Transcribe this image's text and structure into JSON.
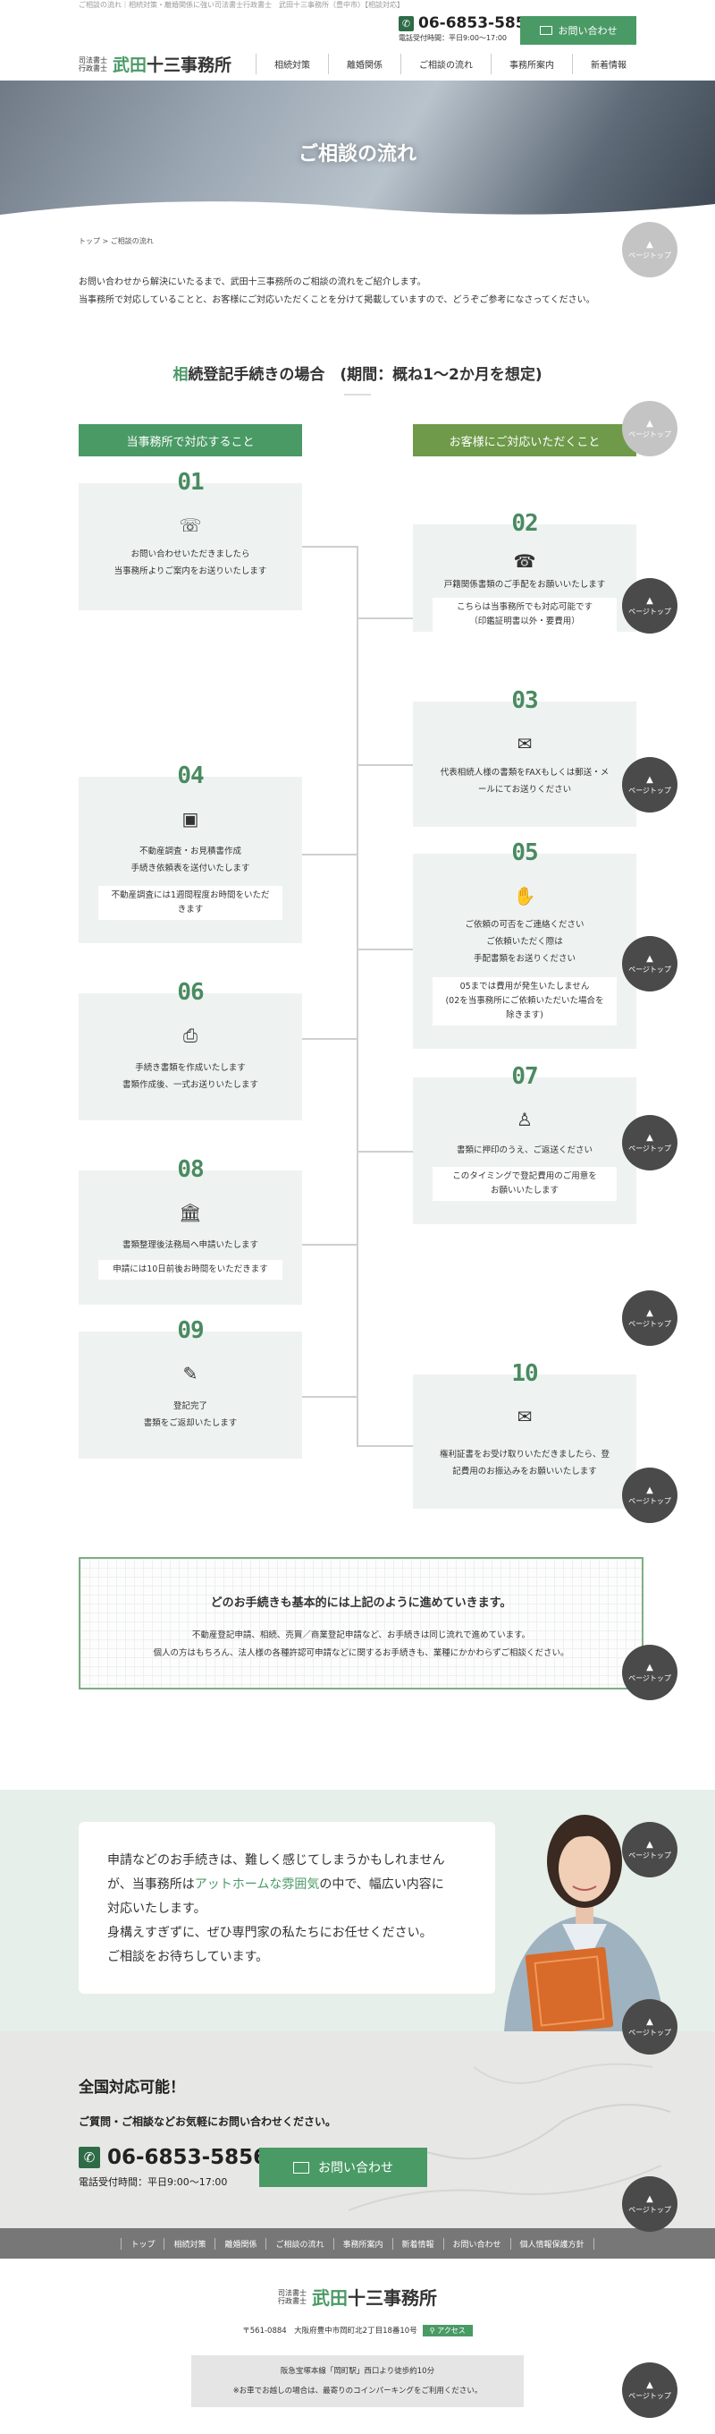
{
  "header": {
    "top_line": "ご相談の流れ｜相続対策・離婚関係に強い司法書士行政書士　武田十三事務所（豊中市）【相談対応】",
    "logo_sub1": "司法書士",
    "logo_sub2": "行政書士",
    "logo_name_green": "武田",
    "logo_name_rest": "十三事務所",
    "phone": "06-6853-5856",
    "hours": "電話受付時間：平日9:00～17:00",
    "contact_button": "お問い合わせ",
    "nav": [
      "相続対策",
      "離婚関係",
      "ご相談の流れ",
      "事務所案内",
      "新着情報"
    ]
  },
  "hero": {
    "title": "ご相談の流れ"
  },
  "breadcrumb": "トップ > ご相談の流れ",
  "intro": {
    "line1": "お問い合わせから解決にいたるまで、武田十三事務所のご相談の流れをご紹介します。",
    "line2": "当事務所で対応していることと、お客様にご対応いただくことを分けて掲載していますので、どうぞご参考になさってください。"
  },
  "section": {
    "title_green": "相",
    "title_rest": "続登記手続きの場合　(期間：概ね1〜2か月を想定)",
    "col_left": "当事務所で対応すること",
    "col_right": "お客様にご対応いただくこと"
  },
  "steps": {
    "s01": {
      "no": "01",
      "icon": "phone-icon",
      "text": "お問い合わせいただきましたら\n当事務所よりご案内をお送りいたします"
    },
    "s02": {
      "no": "02",
      "icon": "fax-icon",
      "text": "戸籍関係書類のご手配をお願いいたします",
      "note": "こちらは当事務所でも対応可能です\n（印鑑証明書以外・要費用）"
    },
    "s03": {
      "no": "03",
      "icon": "envelope-icon",
      "text": "代表相続人様の書類をFAXもしくは郵送・メ\nールにてお送りください"
    },
    "s04": {
      "no": "04",
      "icon": "presentation-icon",
      "text": "不動産調査・お見積書作成\n手続き依頼表を送付いたします",
      "note": "不動産調査には1週間程度お時間をいただ\nきます"
    },
    "s05": {
      "no": "05",
      "icon": "handshake-icon",
      "text": "ご依頼の可否をご連絡ください\nご依頼いただく際は\n手配書類をお送りください",
      "note": "05までは費用が発生いたしません\n(02を当事務所にご依頼いただいた場合を\n除きます)"
    },
    "s06": {
      "no": "06",
      "icon": "printer-icon",
      "text": "手続き書類を作成いたします\n書類作成後、一式お送りいたします"
    },
    "s07": {
      "no": "07",
      "icon": "stamp-icon",
      "text": "書類に押印のうえ、ご返送ください",
      "note": "このタイミングで登記費用のご用意を\nお願いいたします"
    },
    "s08": {
      "no": "08",
      "icon": "bank-icon",
      "text": "書類整理後法務局へ申請いたします",
      "note": "申請には10日前後お時間をいただきます"
    },
    "s09": {
      "no": "09",
      "icon": "pen-icon",
      "text": "登記完了\n書類をご返却いたします"
    },
    "s10": {
      "no": "10",
      "icon": "document-icon",
      "text": "権利証書をお受け取りいただきましたら、登\n記費用のお振込みをお願いいたします"
    }
  },
  "summary": {
    "title": "どのお手続きも基本的には上記のように進めていきます。",
    "body": "不動産登記申請、相続、売買／商業登記申請など、お手続きは同じ流れで進めています。\n個人の方はもちろん、法人様の各種許認可申請などに関するお手続きも、業種にかかわらずご相談ください。"
  },
  "message": {
    "line1": "申請などのお手続きは、難しく感じてしまうかもしれません",
    "line2a": "が、当事務所は",
    "line2b": "アットホームな雰囲気",
    "line2c": "の中で、幅広い内容に",
    "line3": "対応いたします。",
    "line4": "身構えすぎずに、ぜひ専門家の私たちにお任せください。",
    "line5": "ご相談をお待ちしています。"
  },
  "contact": {
    "title": "全国対応可能！",
    "sub": "ご質問・ご相談などお気軽にお問い合わせください。",
    "phone": "06-6853-5856",
    "hours": "電話受付時間：平日9:00～17:00",
    "button": "お問い合わせ"
  },
  "footer": {
    "nav": [
      "トップ",
      "相続対策",
      "離婚関係",
      "ご相談の流れ",
      "事務所案内",
      "新着情報",
      "お問い合わせ",
      "個人情報保護方針"
    ],
    "logo_sub1": "司法書士",
    "logo_sub2": "行政書士",
    "logo_name_green": "武田",
    "logo_name_rest": "十三事務所",
    "address": "〒561-0884　大阪府豊中市岡町北2丁目18番10号",
    "access": "アクセス",
    "access_line1": "阪急宝塚本線「岡町駅」西口より徒歩約10分",
    "access_line2": "※お車でお越しの場合は、最寄りのコインパーキングをご利用ください。"
  },
  "page_top": {
    "label": "ページトップ"
  },
  "colors": {
    "green": "#4a9a66",
    "olive": "#6e9a4a",
    "step_bg": "#eef3f1"
  }
}
